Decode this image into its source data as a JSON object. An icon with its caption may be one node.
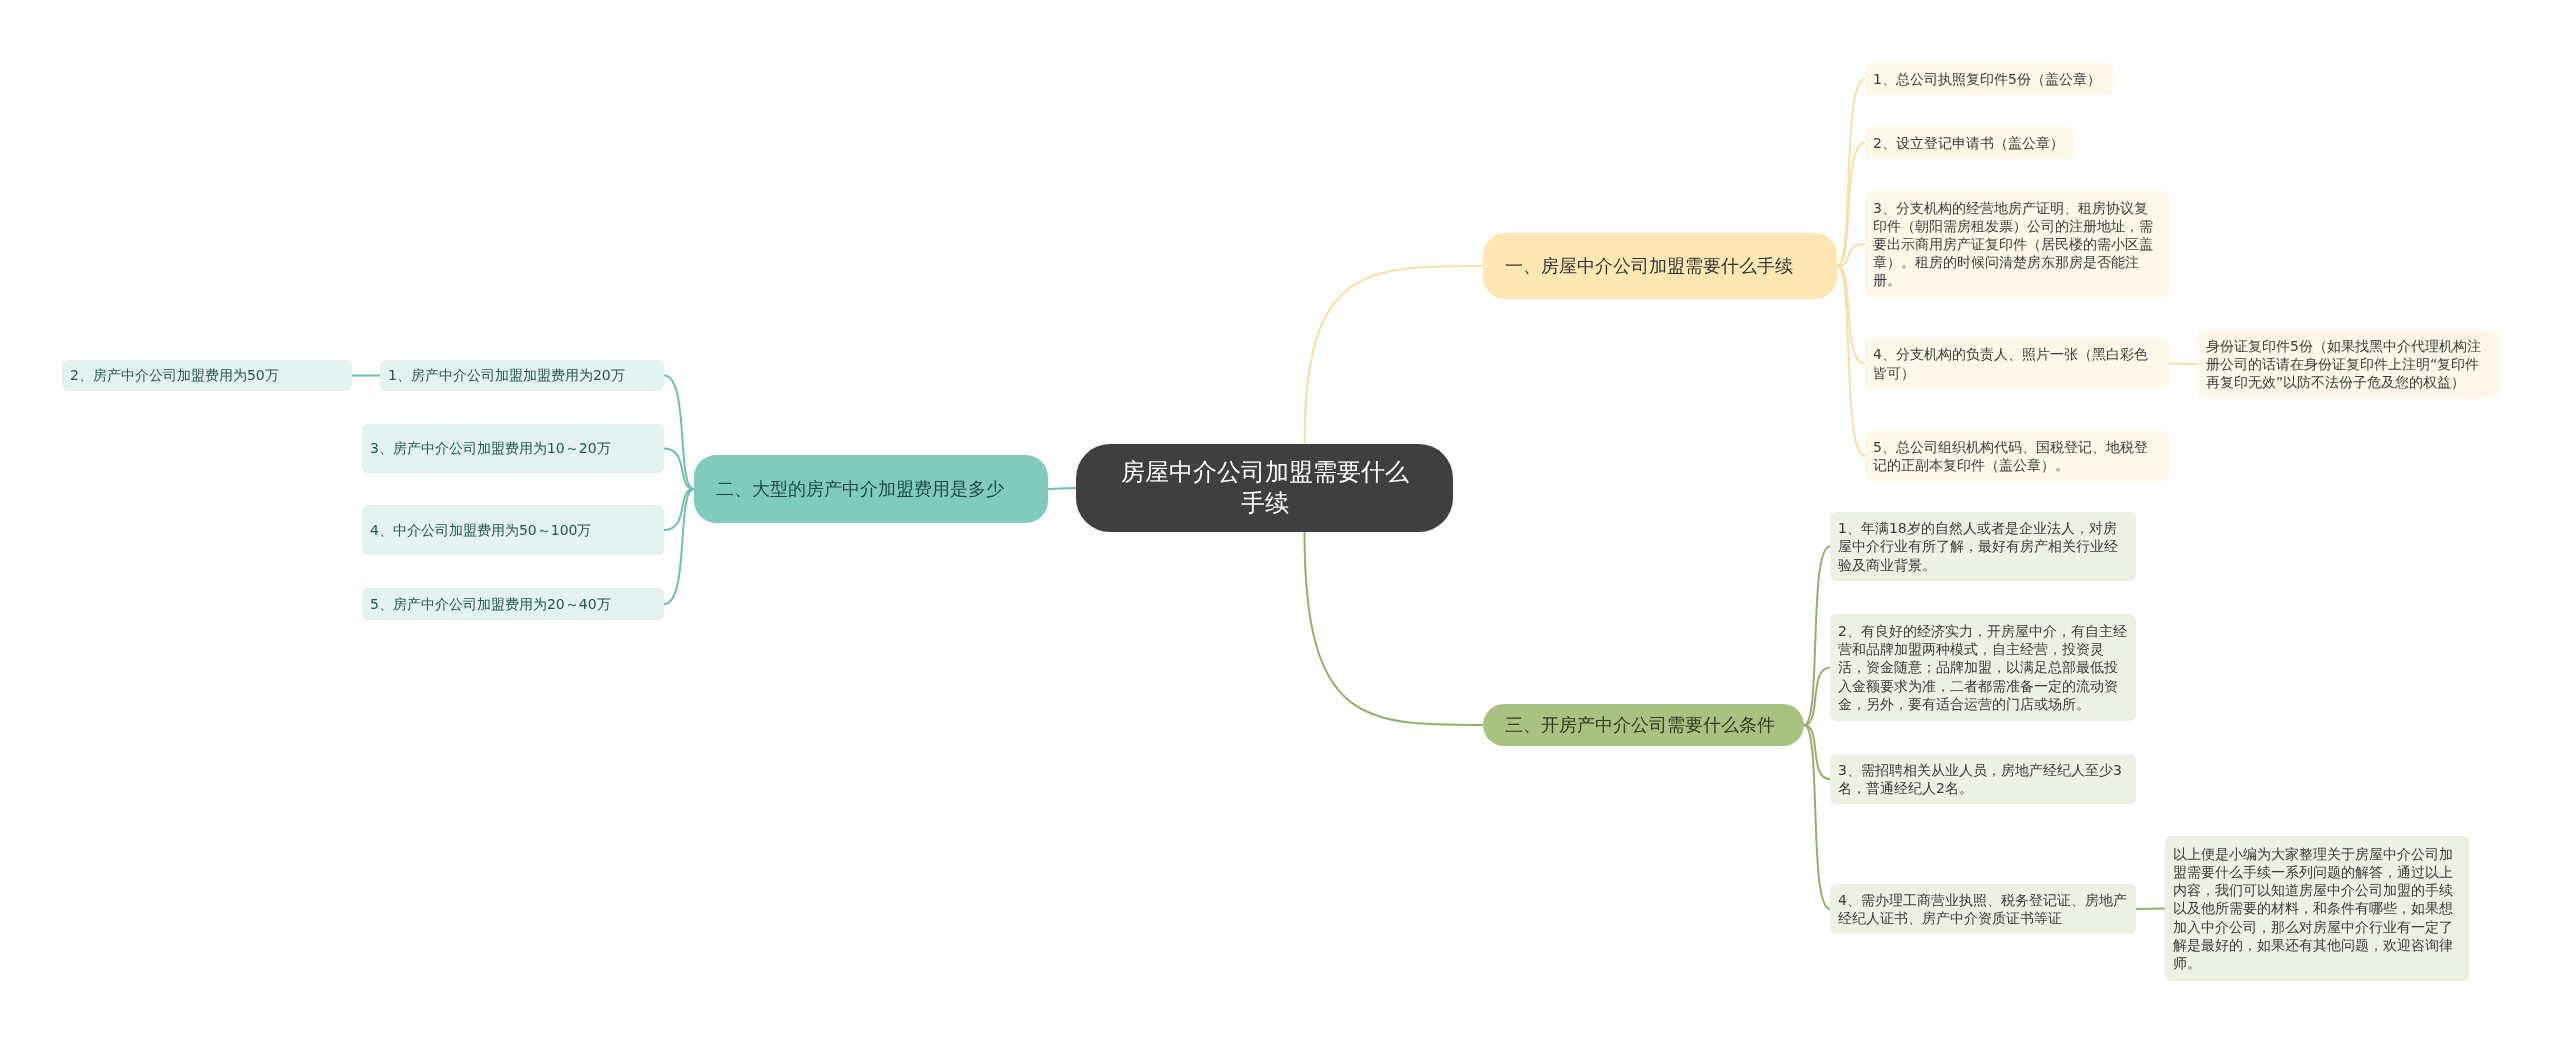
{
  "diagram": {
    "nodes": [
      {
        "text": [
          "房屋中介公司加盟需要什么手续"
        ]
      },
      {
        "text": [
          "一、房屋中介公司加盟需要什么手续"
        ]
      },
      {
        "text": [
          "1、总公司执照复印件5份（盖公章）"
        ]
      },
      {
        "text": [
          "2、设立登记申请书（盖公章）"
        ]
      },
      {
        "text": [
          "3、分支机构的经营地房产证明、租房协议复印件（朝阳需房租发票）公司的注册地址，需要出示商用房产证复印件（居民楼的需小区盖章）。租房的时候问清楚房东那房是否能注册。"
        ]
      },
      {
        "text": [
          "4、分支机构的负责人、照片一张（黑白彩色皆可）"
        ]
      },
      {
        "text": [
          "5、总公司组织机构代码、国税登记、地税登记的正副本复印件（盖公章）。"
        ]
      },
      {
        "text": [
          "身份证复印件5份（如果找黑中介代理机构注册公司的话请在身份证复印件上注明“复印件再复印无效”以防不法份子危及您的权益）"
        ]
      },
      {
        "text": [
          "二、大型的房产中介加盟费用是多少"
        ]
      },
      {
        "text": [
          "1、房产中介公司加盟加盟费用为20万"
        ]
      },
      {
        "text": [
          "2、房产中介公司加盟费用为50万"
        ]
      },
      {
        "text": [
          "3、房产中介公司加盟费用为10～20万"
        ]
      },
      {
        "text": [
          "4、中介公司加盟费用为50～100万"
        ]
      },
      {
        "text": [
          "5、房产中介公司加盟费用为20～40万"
        ]
      },
      {
        "text": [
          "三、开房产中介公司需要什么条件"
        ]
      },
      {
        "text": [
          "1、年满18岁的自然人或者是企业法人，对房屋中介行业有所了解，最好有房产相关行业经验及商业背景。"
        ]
      },
      {
        "text": [
          "2、有良好的经济实力，开房屋中介，有自主经营和品牌加盟两种模式，自主经营，投资灵活，资金随意；品牌加盟，以满足总部最低投入金额要求为准，二者都需准备一定的流动资金，另外，要有适合运营的门店或场所。"
        ]
      },
      {
        "text": [
          "3、需招聘相关从业人员，房地产经纪人至少3名，普通经纪人2名。"
        ]
      },
      {
        "text": [
          "4、需办理工商营业执照、税务登记证、房地产经纪人证书、房产中介资质证书等证"
        ]
      },
      {
        "text": [
          "以上便是小编为大家整理关于房屋中介公司加盟需要什么手续一系列问题的解答，通过以上内容，我们可以知道房屋中介公司加盟的手续以及他所需要的材料，和条件有哪些，如果想加入中介公司，那么对房屋中介行业有一定了解是最好的，如果还有其他问题，欢迎咨询律师。"
        ]
      }
    ],
    "edges": [
      {
        "from": 0,
        "to": 1,
        "arrow": "none",
        "color": "#f7dfa5"
      },
      {
        "from": 1,
        "to": 2,
        "arrow": "none",
        "color": "#f7dfa5"
      },
      {
        "from": 1,
        "to": 3,
        "arrow": "none",
        "color": "#f7dfa5"
      },
      {
        "from": 1,
        "to": 4,
        "arrow": "none",
        "color": "#f7dfa5"
      },
      {
        "from": 1,
        "to": 5,
        "arrow": "none",
        "color": "#f7dfa5"
      },
      {
        "from": 1,
        "to": 6,
        "arrow": "none",
        "color": "#f7dfa5"
      },
      {
        "from": 5,
        "to": 7,
        "arrow": "none",
        "color": "#f7dfa5"
      },
      {
        "from": 0,
        "to": 8,
        "arrow": "none",
        "color": "#6fbfae"
      },
      {
        "from": 8,
        "to": 9,
        "arrow": "none",
        "color": "#6fbfae"
      },
      {
        "from": 9,
        "to": 10,
        "arrow": "none",
        "color": "#6fbfae"
      },
      {
        "from": 8,
        "to": 11,
        "arrow": "none",
        "color": "#6fbfae"
      },
      {
        "from": 8,
        "to": 12,
        "arrow": "none",
        "color": "#6fbfae"
      },
      {
        "from": 8,
        "to": 13,
        "arrow": "none",
        "color": "#6fbfae"
      },
      {
        "from": 0,
        "to": 14,
        "arrow": "none",
        "color": "#97ae6e"
      },
      {
        "from": 14,
        "to": 15,
        "arrow": "none",
        "color": "#97ae6e"
      },
      {
        "from": 14,
        "to": 16,
        "arrow": "none",
        "color": "#97ae6e"
      },
      {
        "from": 14,
        "to": 17,
        "arrow": "none",
        "color": "#97ae6e"
      },
      {
        "from": 14,
        "to": 18,
        "arrow": "none",
        "color": "#97ae6e"
      },
      {
        "from": 18,
        "to": 19,
        "arrow": "none",
        "color": "#97ae6e"
      }
    ]
  }
}
